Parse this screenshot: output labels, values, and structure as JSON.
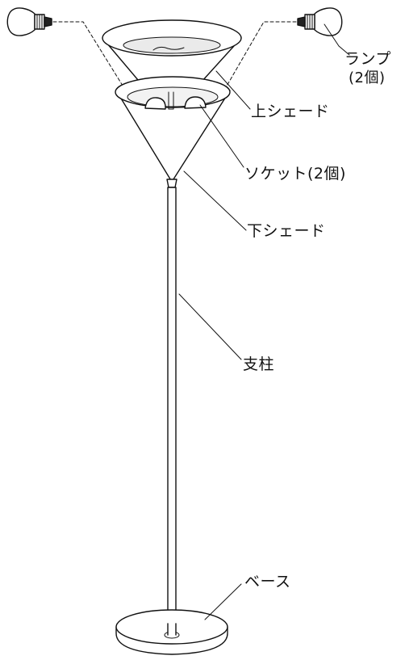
{
  "labels": {
    "lamp": "ランプ",
    "lamp_qty": "(2個)",
    "upper_shade": "上シェード",
    "socket": "ソケット(2個)",
    "lower_shade": "下シェード",
    "pole": "支柱",
    "base": "ベース"
  },
  "colors": {
    "line": "#111111",
    "fill": "#ffffff",
    "shade_inner": "#e6e6e6"
  }
}
